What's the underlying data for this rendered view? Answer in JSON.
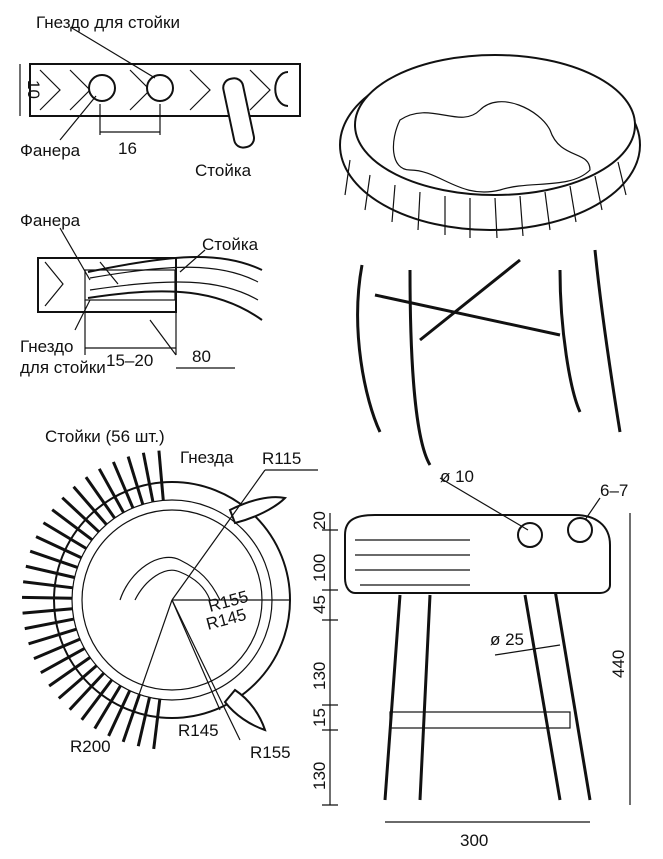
{
  "detail_top": {
    "socket_label": "Гнездо для стойки",
    "height_dim": "10",
    "plywood_label": "Фанера",
    "spacing_dim": "16",
    "post_label": "Стойка"
  },
  "detail_side": {
    "plywood_label": "Фанера",
    "post_label": "Стойка",
    "socket_label_line1": "Гнездо",
    "socket_label_line2": "для стойки",
    "depth_dim": "15–20",
    "length_dim": "80"
  },
  "plan_view": {
    "posts_label": "Стойки (56 шт.)",
    "sockets_label": "Гнезда",
    "r115": "R115",
    "r155_inner": "R155",
    "r145_inner": "R145",
    "r200": "R200",
    "r145": "R145",
    "r155": "R155"
  },
  "side_view": {
    "dia10": "ø 10",
    "gap_dim": "6–7",
    "dia25": "ø 25",
    "heights": [
      "20",
      "100",
      "45",
      "130",
      "15",
      "130"
    ],
    "total_height": "440",
    "width": "300"
  }
}
